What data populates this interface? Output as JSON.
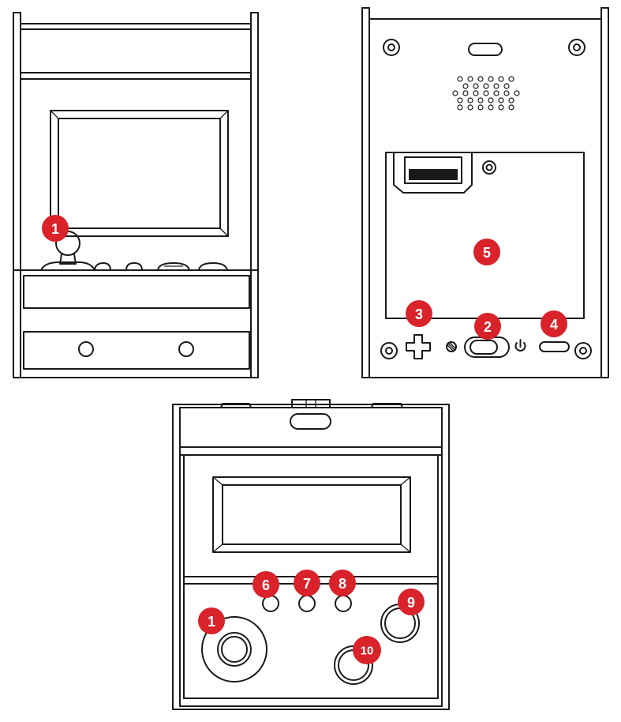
{
  "palette": {
    "callout_fill": "#d9222a",
    "callout_text": "#ffffff",
    "line": "#1a1a1a",
    "background": "#ffffff"
  },
  "views": [
    {
      "id": "front",
      "description_icon": "arcade-cabinet-front-icon"
    },
    {
      "id": "back",
      "description_icon": "arcade-cabinet-back-icon"
    },
    {
      "id": "top",
      "description_icon": "arcade-cabinet-top-icon"
    }
  ],
  "callouts": {
    "front_joystick": "1",
    "back_switch": "2",
    "back_dpad": "3",
    "back_port": "4",
    "back_battery_cover": "5",
    "top_button_6": "6",
    "top_button_7": "7",
    "top_button_8": "8",
    "top_button_9": "9",
    "top_button_10": "10",
    "top_joystick": "1"
  }
}
